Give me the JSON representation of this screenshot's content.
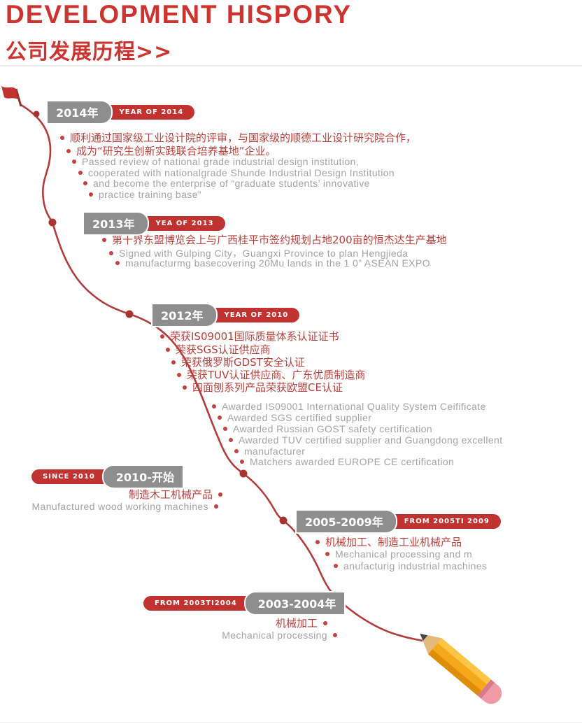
{
  "header": {
    "title": "DEVELOPMENT HISPORY",
    "subtitle": "公司发展历程>>"
  },
  "colors": {
    "accent_red": "#cd3430",
    "curve_red": "#b23b3b",
    "pill_gray": "#8e8e8e",
    "pill_red": "#c03330",
    "cn_text": "#b5403c",
    "en_text": "#a3a3a3"
  },
  "icons": {
    "flag": "flag-icon",
    "pencil": "pencil-icon"
  },
  "timeline": [
    {
      "year": "2014年",
      "tag": "YEAR OF 2014",
      "lines": [
        "顺利通过国家级工业设计院的评审，与国家级的顺德工业设计研究院合作，",
        "成为“研究生创新实践联合培养基地”企业。",
        "Passed review of national grade industrial design institution,",
        "cooperated with nationalgrade Shunde Industrial Design Institution",
        "and become the enterprise of “graduate students’ innovative",
        "practice training base”"
      ]
    },
    {
      "year": "2013年",
      "tag": "YEA OF 2013",
      "lines": [
        "第十界东盟博览会上与广西桂平市签约规划占地200亩的恒杰达生产基地",
        "Signed with Gulping City，Guangxi Province to plan Hengjieda",
        "manufacturmg basecovering 20Mu lands in the 1 0” ASEAN EXPO"
      ]
    },
    {
      "year": "2012年",
      "tag": "YEAR OF 2010",
      "lines": [
        "荣获IS09001国际质量体系认证证书",
        "荣获SGS认证供应商",
        "荣获俄罗斯GDST安全认证",
        "荣获TUV认证供应商、广东优质制造商",
        "四面刨系列产品荣获欧盟CE认证",
        "Awarded IS09001 International Quality System Ceifificate",
        "Awarded SGS certified supplier",
        "Awarded Russian GOST safety certification",
        "Awarded TUV certified supplier and Guangdong excellent",
        "manufacturer",
        "Matchers awarded EUROPE CE certification"
      ]
    },
    {
      "year": "2010-开始",
      "tag": "SINCE 2010",
      "lines": [
        "制造木工机械产品",
        "Manufactured wood working machines"
      ]
    },
    {
      "year": "2005-2009年",
      "tag": "FROM 2005TI 2009",
      "lines": [
        "机械加工、制造工业机械产品",
        "Mechanical processing and m",
        "anufacturig industrial machines"
      ]
    },
    {
      "year": "2003-2004年",
      "tag": "FROM 2003TI2004",
      "lines": [
        "机械加工",
        "Mechanical processing"
      ]
    }
  ]
}
